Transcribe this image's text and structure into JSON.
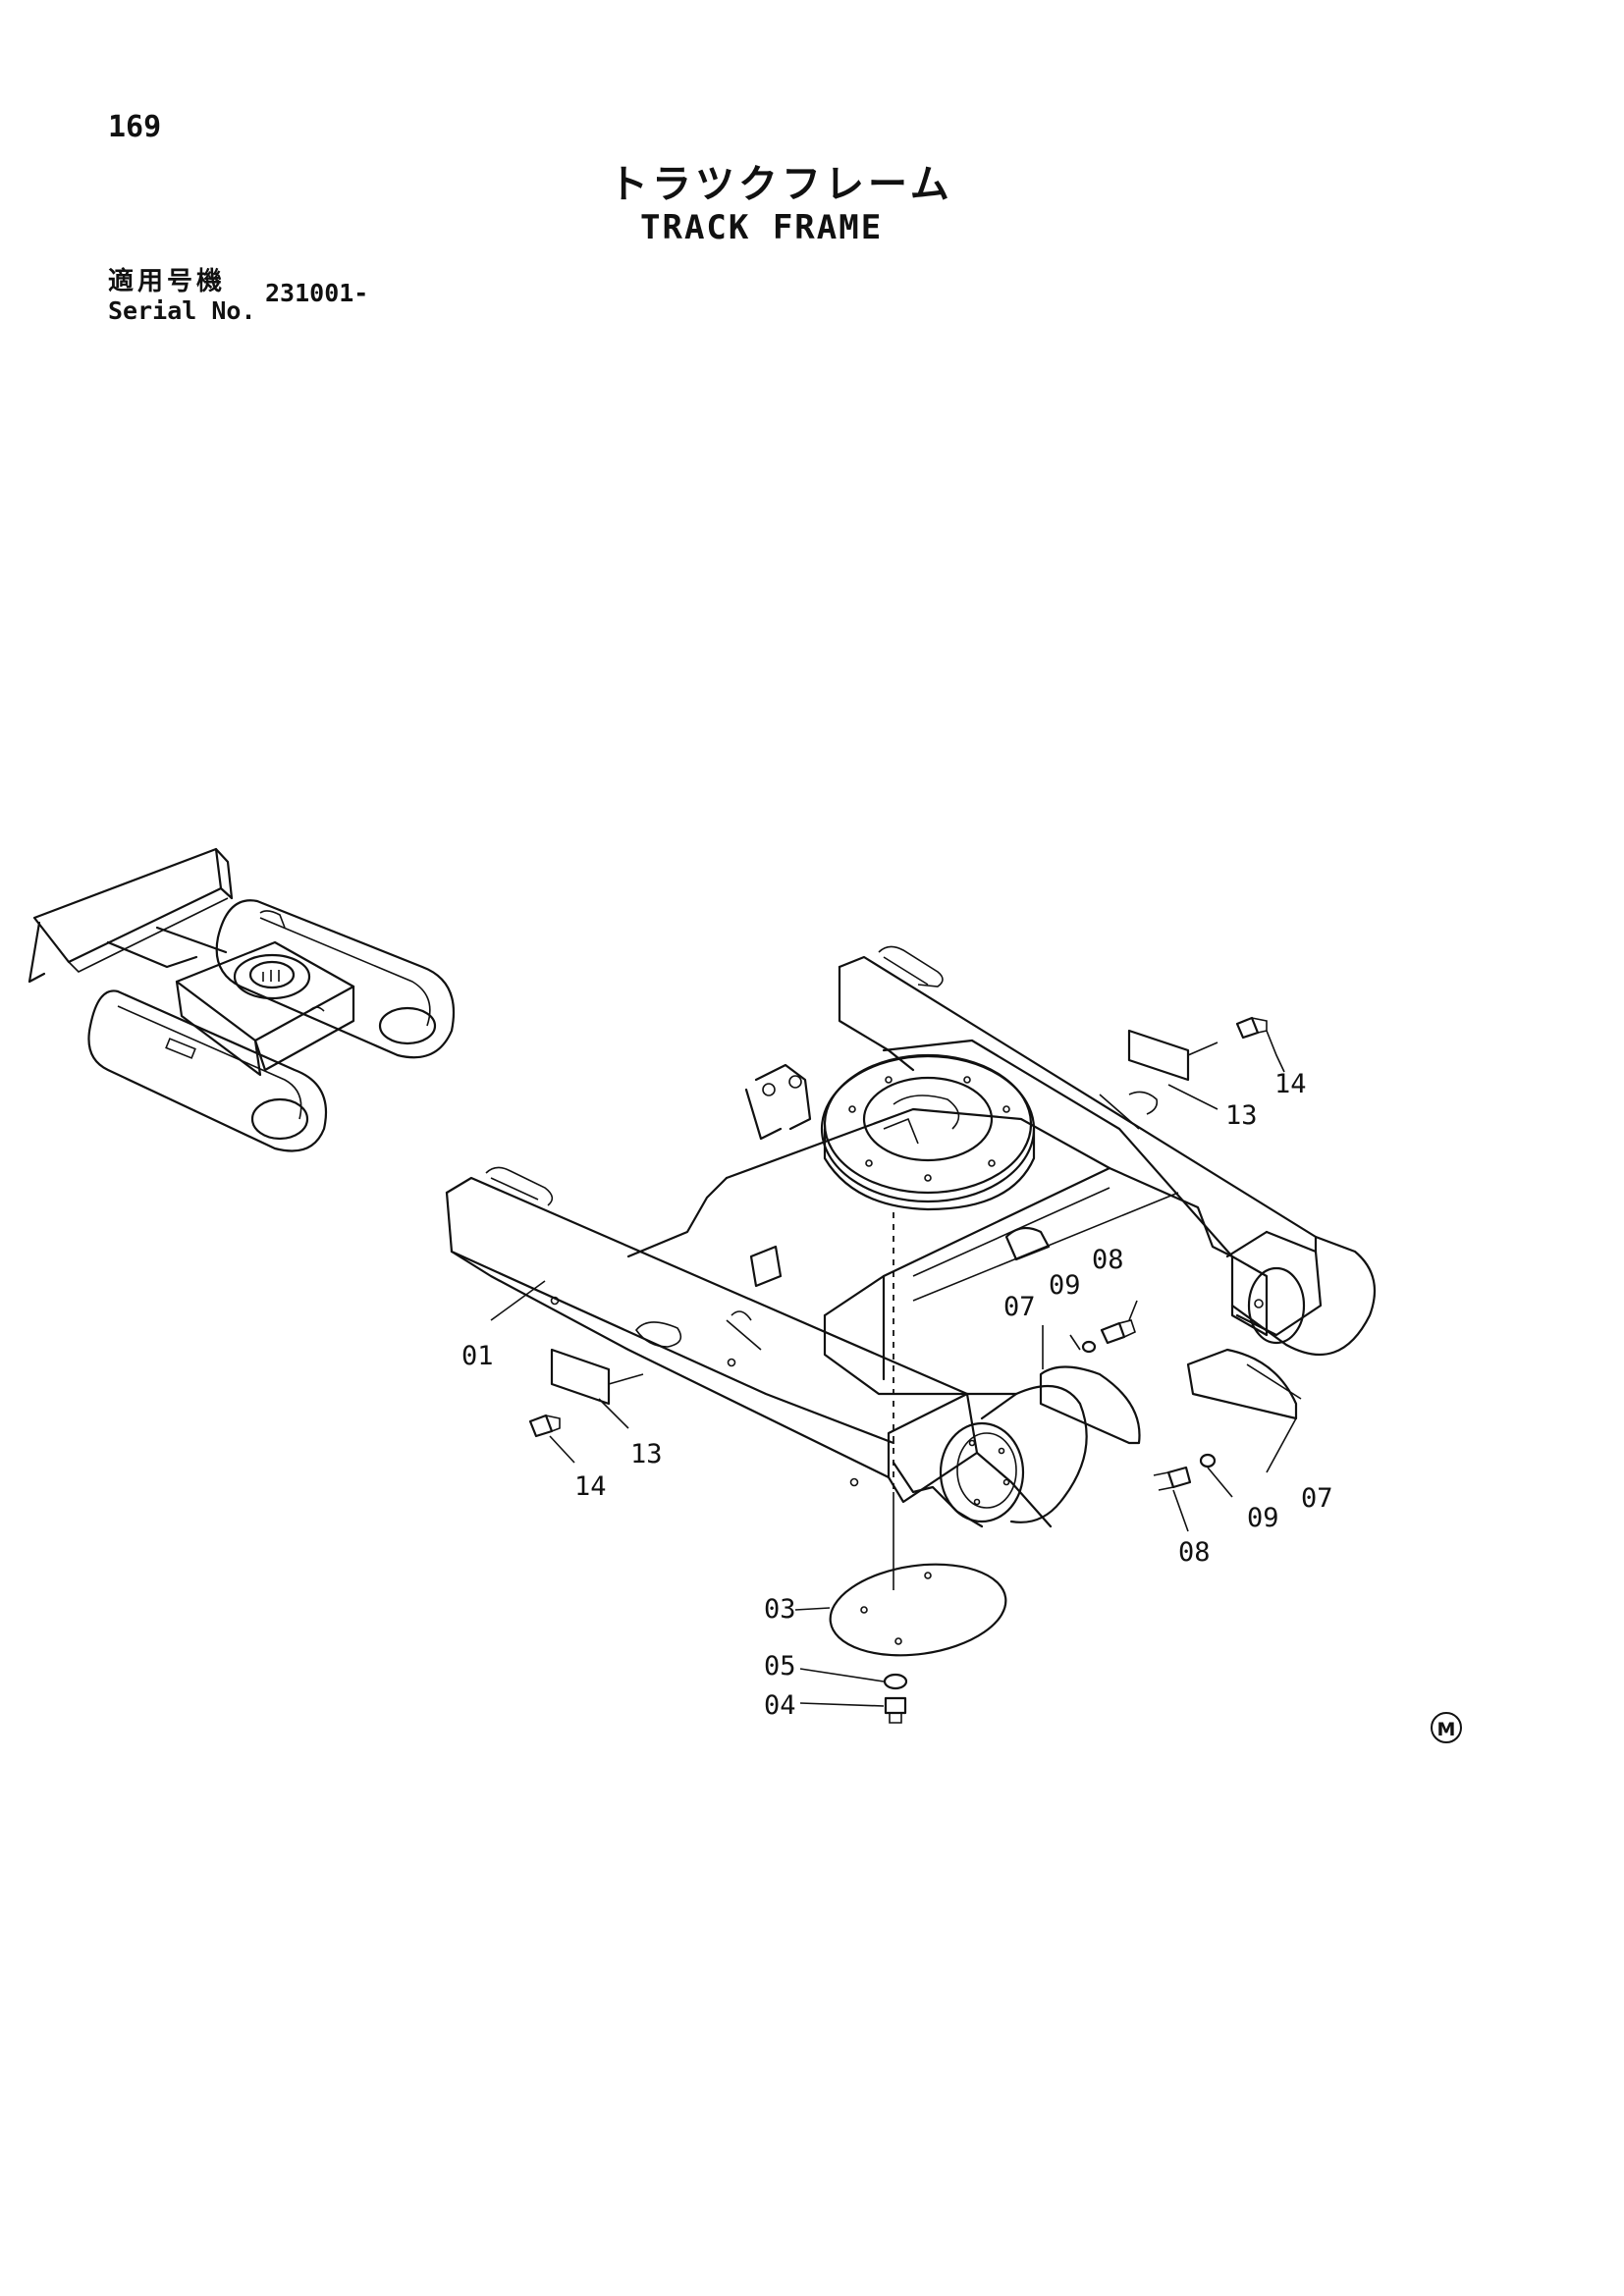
{
  "header": {
    "page_number": "169",
    "title_jp": "トラツクフレーム",
    "title_en": "TRACK FRAME"
  },
  "serial": {
    "label_jp": "適用号機",
    "label_en": "Serial No.",
    "value": "231001-"
  },
  "callouts": {
    "c01": "01",
    "c03": "03",
    "c04": "04",
    "c05": "05",
    "c07a": "07",
    "c07b": "07",
    "c08a": "08",
    "c08b": "08",
    "c09a": "09",
    "c09b": "09",
    "c13a": "13",
    "c13b": "13",
    "c14a": "14",
    "c14b": "14"
  },
  "mark": "M"
}
